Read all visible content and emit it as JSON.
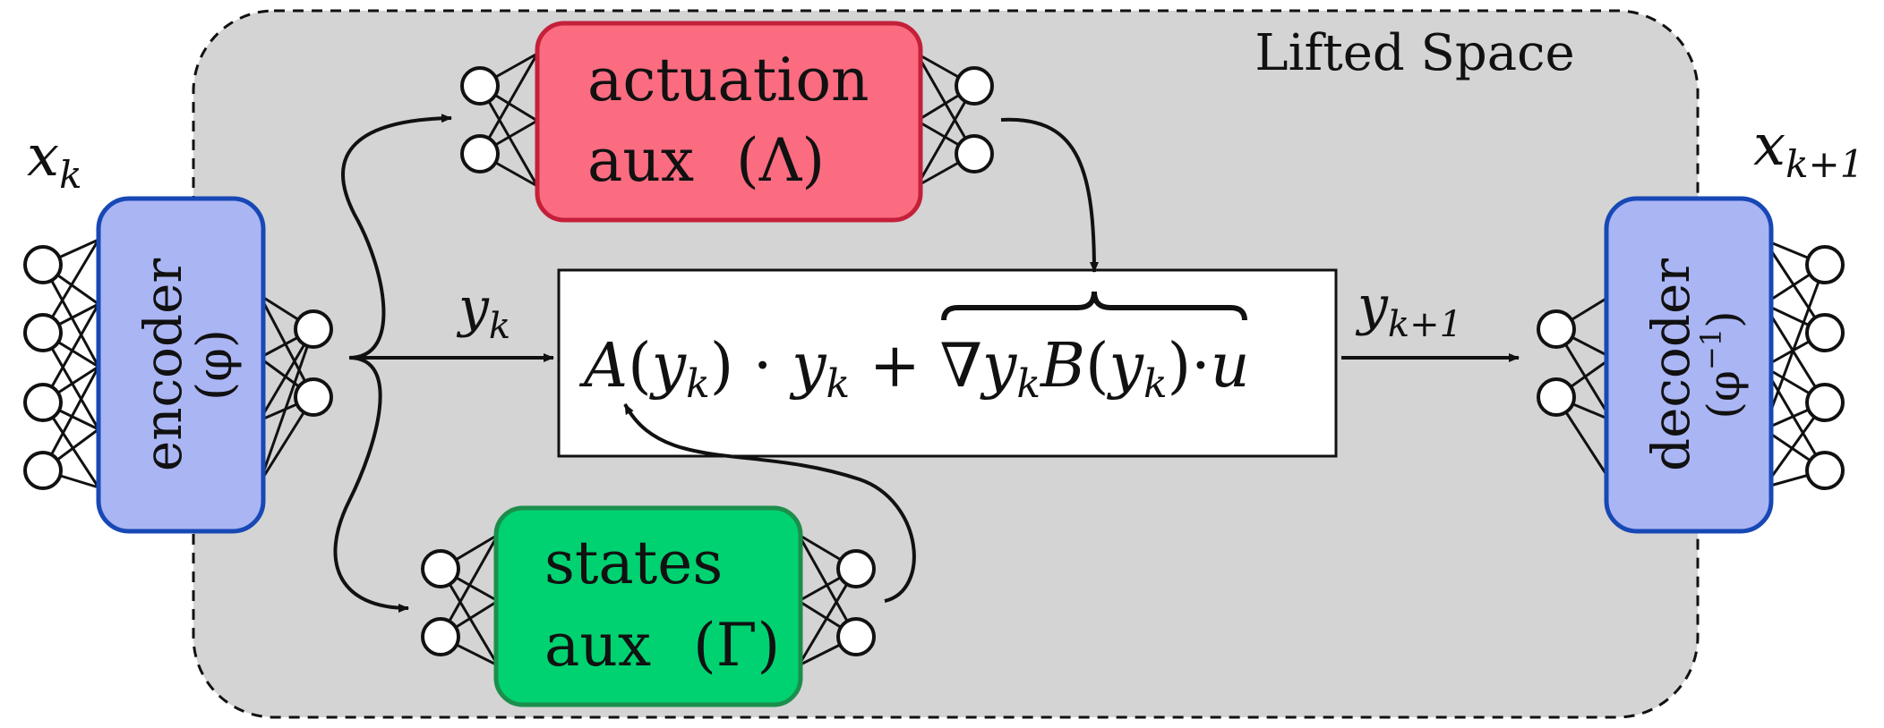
{
  "region": {
    "label": "Lifted Space",
    "fill": "#d4d4d4"
  },
  "colors": {
    "encoder_fill": "#aab5f4",
    "encoder_stroke": "#1748b5",
    "actuation_fill": "#fb6c80",
    "actuation_stroke": "#c4203a",
    "states_fill": "#00d271",
    "states_stroke": "#1c8e4c"
  },
  "input_label": {
    "var": "x",
    "sub": "k"
  },
  "output_label": {
    "var": "x",
    "sub": "k+1"
  },
  "encoder": {
    "label": "encoder",
    "param": "(φ)",
    "icon": "neural-network-icon"
  },
  "decoder": {
    "label": "decoder",
    "param": "(φ",
    "sup": "−1",
    "close": ")",
    "icon": "neural-network-icon"
  },
  "actuation": {
    "line1": "actuation",
    "line2": "aux",
    "param": "(Λ)",
    "icon": "neural-network-icon"
  },
  "states": {
    "line1": "states",
    "line2": "aux",
    "param": "(Γ)",
    "icon": "neural-network-icon"
  },
  "y_in": {
    "var": "y",
    "sub": "k"
  },
  "y_out": {
    "var": "y",
    "sub": "k+1"
  },
  "equation": {
    "A": "A",
    "lp": "(",
    "y1": "y",
    "k1": "k",
    "rp": ")",
    "dot1": " · ",
    "y2": "y",
    "k2": "k",
    "plus": " + ",
    "nabla": "∇",
    "y3": "y",
    "k3": "k",
    "B": "B",
    "lp2": "(",
    "y4": "y",
    "k4": "k",
    "rp2": ")",
    "dot2": "·",
    "u": "u"
  }
}
